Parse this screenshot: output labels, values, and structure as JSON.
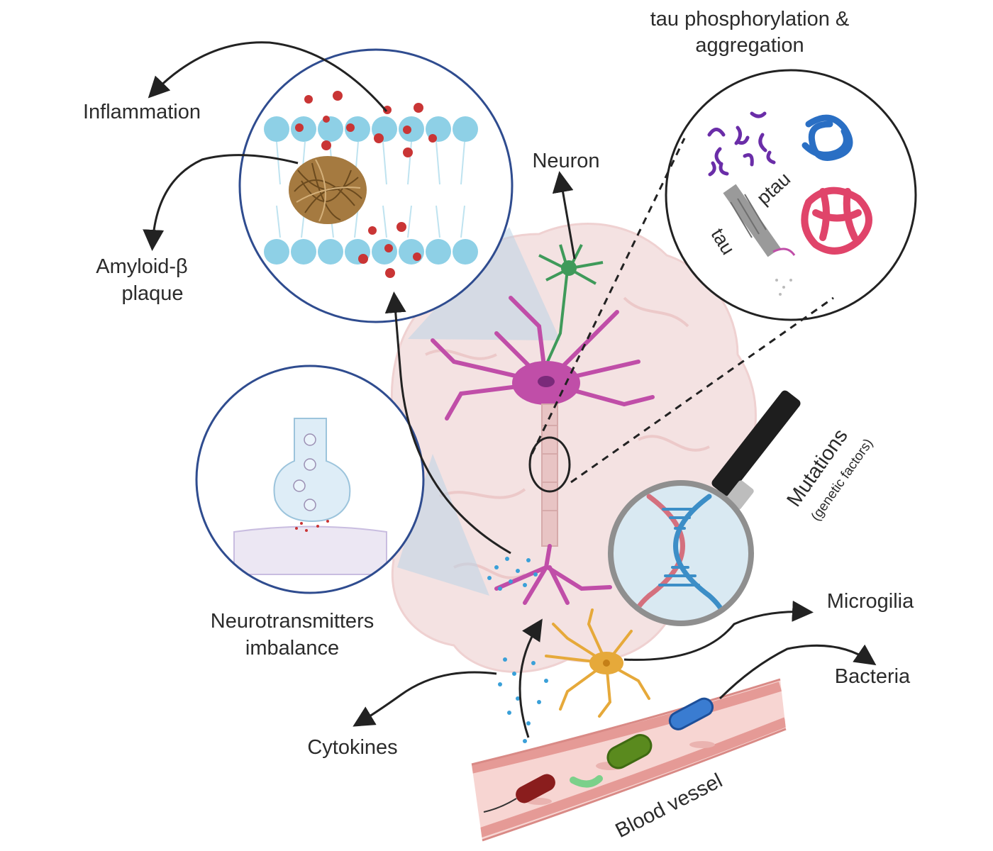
{
  "labels": {
    "inflammation": "Inflammation",
    "amyloid_line1": "Amyloid-β",
    "amyloid_line2": "plaque",
    "neuron": "Neuron",
    "tau_title_line1": "tau phosphorylation &",
    "tau_title_line2": "aggregation",
    "ptau": "ptau",
    "tau": "tau",
    "mutations": "Mutations",
    "genetic_factors": "(genetic factors)",
    "neurotransmitters_line1": "Neurotransmitters",
    "neurotransmitters_line2": "imbalance",
    "microglia": "Microgilia",
    "bacteria": "Bacteria",
    "cytokines": "Cytokines",
    "blood_vessel": "Blood vessel"
  },
  "colors": {
    "circle_border": "#2f4c8f",
    "lipid_head": "#8ed0e6",
    "neuron_magenta": "#c04ea8",
    "neuron_green": "#3f9a5a",
    "microglia": "#e6a93a",
    "vessel": "#f2b3b0",
    "brain": "#f3dede",
    "arrow": "#222222"
  }
}
